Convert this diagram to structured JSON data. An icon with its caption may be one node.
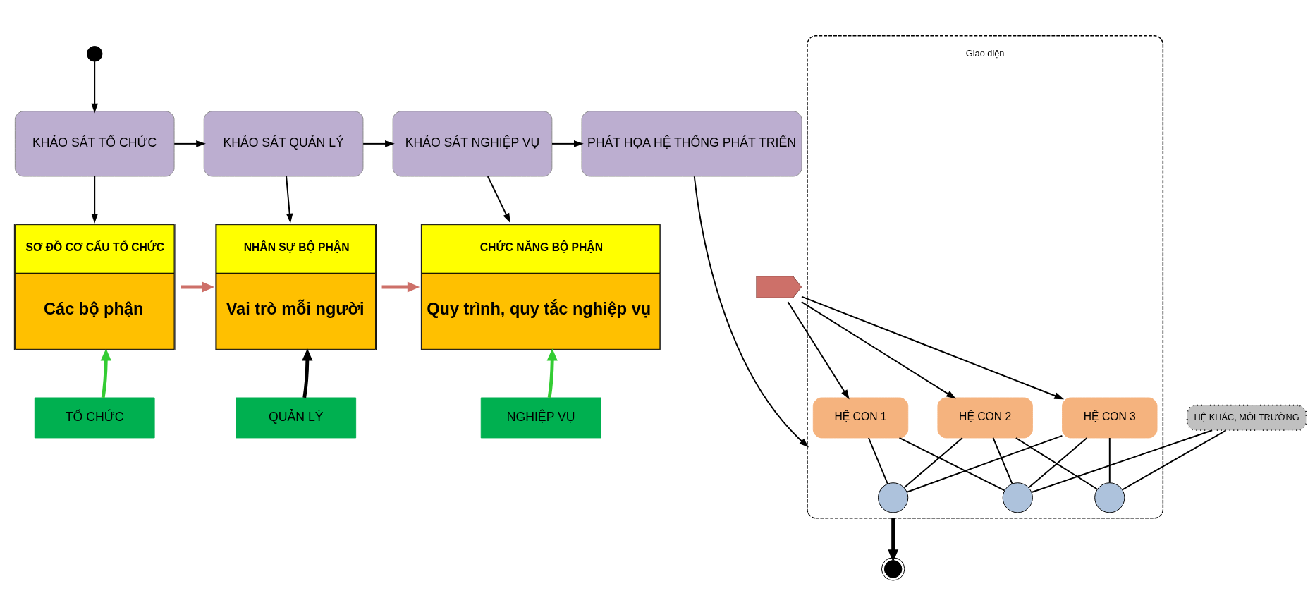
{
  "diagram": {
    "nodes": [
      {
        "text": [],
        "shape": "circle"
      },
      {
        "text": [
          "KHẢO SÁT TỔ CHỨC"
        ]
      },
      {
        "text": [
          "KHẢO SÁT QUẢN LÝ"
        ]
      },
      {
        "text": [
          "KHẢO SÁT NGHIỆP VỤ"
        ]
      },
      {
        "text": [
          "PHÁT HỌA HỆ THỐNG PHÁT TRIỂN"
        ]
      },
      {
        "text": [
          "SƠ ĐỒ CƠ CẤU TỔ CHỨC",
          "Các bộ phận"
        ]
      },
      {
        "text": [
          "NHÂN SỰ BỘ PHẬN",
          "Vai trò mỗi người"
        ]
      },
      {
        "text": [
          "CHỨC NĂNG BỘ PHẬN",
          "Quy trình, quy tắc nghiệp vụ"
        ]
      },
      {
        "text": [],
        "shape": "chevron"
      },
      {
        "text": [],
        "shape": "box"
      },
      {
        "text": [
          "HỆ CON 1"
        ],
        "in": 9
      },
      {
        "text": [
          "HỆ CON 2"
        ],
        "in": 9
      },
      {
        "text": [
          "HỆ CON 3"
        ],
        "in": 9
      },
      {
        "text": [],
        "shape": "circle",
        "in": 9
      },
      {
        "text": [],
        "shape": "circle",
        "in": 9
      },
      {
        "text": [],
        "shape": "circle",
        "in": 9
      },
      {
        "text": [
          "HỆ KHÁC, MÔI TRƯỜNG"
        ]
      },
      {
        "text": [],
        "shape": "circle"
      },
      {
        "text": [
          "TỔ CHỨC"
        ]
      },
      {
        "text": [
          "QUẢN LÝ"
        ]
      },
      {
        "text": [
          "NGHIỆP VỤ"
        ]
      }
    ],
    "edges": [
      {
        "from": 0,
        "to": 1,
        "arrow": "to"
      },
      {
        "from": 1,
        "to": 2,
        "arrow": "to"
      },
      {
        "from": 2,
        "to": 3,
        "arrow": "to"
      },
      {
        "from": 3,
        "to": 4,
        "arrow": "to"
      },
      {
        "from": 1,
        "to": 5,
        "arrow": "to"
      },
      {
        "from": 2,
        "to": 6,
        "arrow": "to"
      },
      {
        "from": 3,
        "to": 7,
        "arrow": "to"
      },
      {
        "from": 4,
        "to": 9,
        "arrow": "to"
      },
      {
        "from": 5,
        "to": 6,
        "arrow": "to",
        "style": "thick",
        "color": "#cd7069"
      },
      {
        "from": 6,
        "to": 7,
        "arrow": "to",
        "style": "thick",
        "color": "#cd7069"
      },
      {
        "from": 8,
        "to": 10,
        "arrow": "to"
      },
      {
        "from": 8,
        "to": 11,
        "arrow": "to"
      },
      {
        "from": 8,
        "to": 12,
        "arrow": "to"
      },
      {
        "from": 10,
        "to": 13,
        "arrow": "none"
      },
      {
        "from": 10,
        "to": 14,
        "arrow": "none"
      },
      {
        "from": 11,
        "to": 13,
        "arrow": "none"
      },
      {
        "from": 11,
        "to": 14,
        "arrow": "none"
      },
      {
        "from": 11,
        "to": 15,
        "arrow": "none"
      },
      {
        "from": 12,
        "to": 13,
        "arrow": "none"
      },
      {
        "from": 12,
        "to": 14,
        "arrow": "none"
      },
      {
        "from": 12,
        "to": 15,
        "arrow": "none"
      },
      {
        "from": 16,
        "to": 14,
        "arrow": "none"
      },
      {
        "from": 16,
        "to": 15,
        "arrow": "none"
      },
      {
        "from": 9,
        "to": 17,
        "arrow": "to",
        "style": "thick"
      },
      {
        "from": 18,
        "to": 5,
        "arrow": "to",
        "style": "thick",
        "color": "#33cc33"
      },
      {
        "from": 19,
        "to": 6,
        "arrow": "to",
        "style": "thick"
      },
      {
        "from": 20,
        "to": 7,
        "arrow": "to",
        "style": "thick",
        "color": "#33cc33"
      }
    ],
    "labels": [
      "Giao diện"
    ]
  }
}
